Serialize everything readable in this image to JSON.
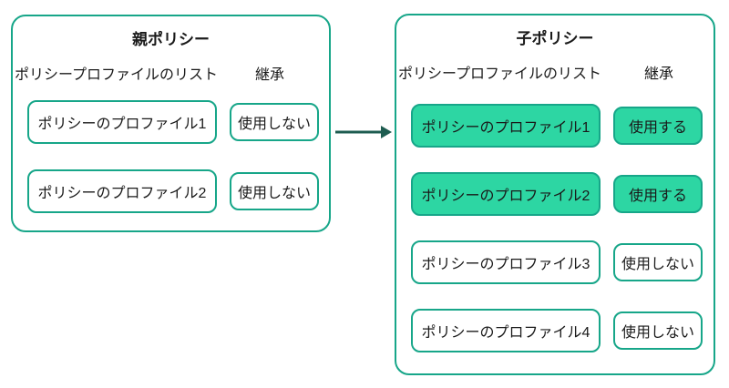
{
  "colors": {
    "border_teal": "#17a689",
    "filled_bg": "#2dd6a3",
    "arrow_color": "#1e5c50",
    "text_color": "#1a1a1a"
  },
  "panels": [
    {
      "title": "親ポリシー",
      "list_label": "ポリシープロファイルのリスト",
      "inherit_label": "継承",
      "rows": [
        {
          "profile": "ポリシーのプロファイル1",
          "status": "使用しない",
          "inherited": false
        },
        {
          "profile": "ポリシーのプロファイル2",
          "status": "使用しない",
          "inherited": false
        }
      ]
    },
    {
      "title": "子ポリシー",
      "list_label": "ポリシープロファイルのリスト",
      "inherit_label": "継承",
      "rows": [
        {
          "profile": "ポリシーのプロファイル1",
          "status": "使用する",
          "inherited": true
        },
        {
          "profile": "ポリシーのプロファイル2",
          "status": "使用する",
          "inherited": true
        },
        {
          "profile": "ポリシーのプロファイル3",
          "status": "使用しない",
          "inherited": false
        },
        {
          "profile": "ポリシーのプロファイル4",
          "status": "使用しない",
          "inherited": false
        }
      ]
    }
  ]
}
